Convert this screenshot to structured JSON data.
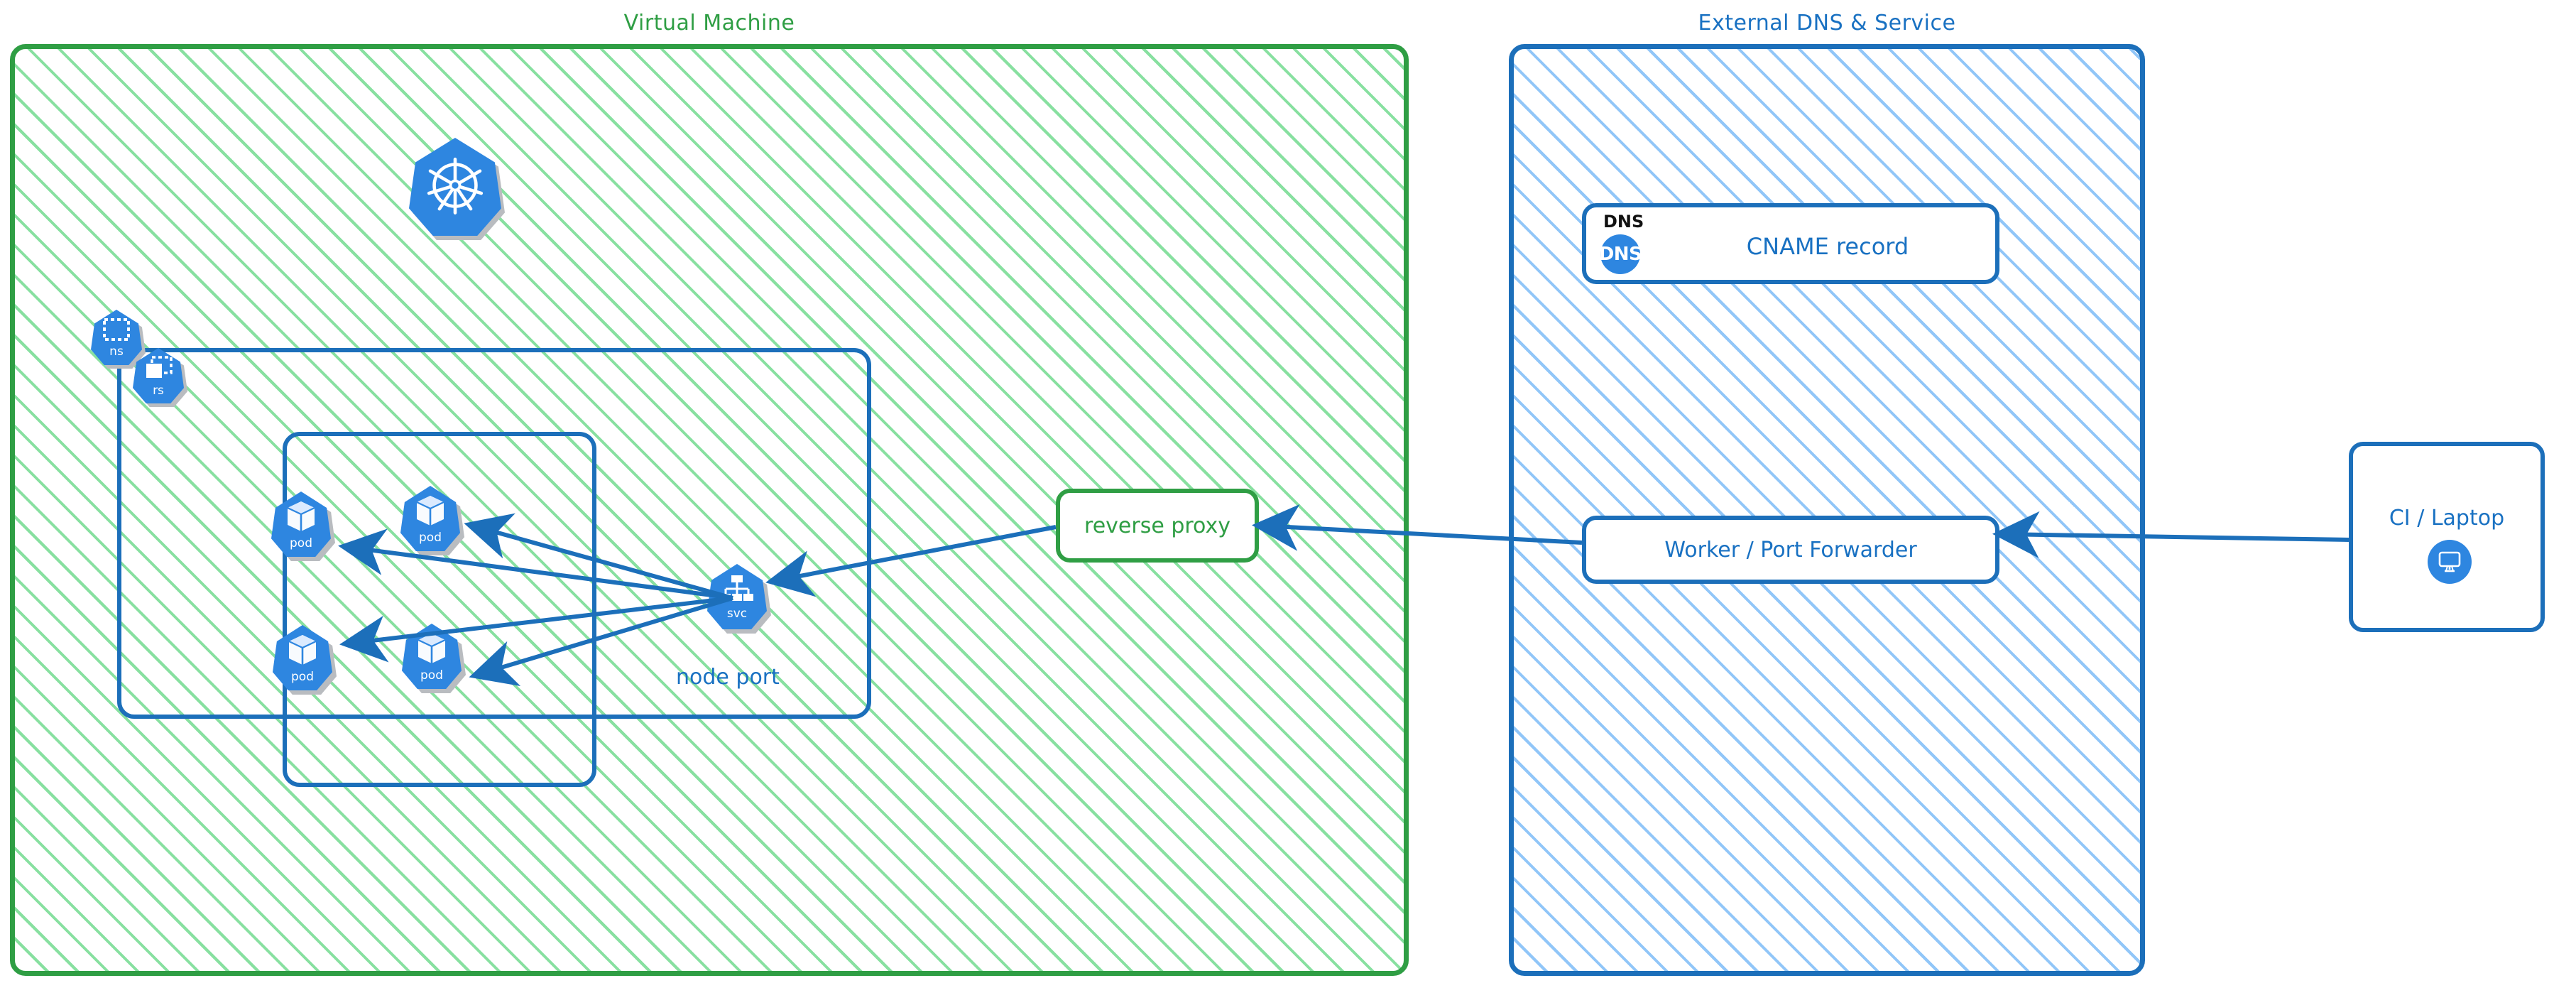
{
  "groups": {
    "vm": {
      "title": "Virtual Machine",
      "color": "#2f9e44"
    },
    "external": {
      "title": "External DNS & Service",
      "color": "#1c6fba"
    }
  },
  "kubernetes": {
    "logo_name": "kubernetes-wheel-logo",
    "namespace_badge": {
      "caption": "ns",
      "icon": "namespace-icon"
    },
    "replicaset_badge": {
      "caption": "rs",
      "icon": "replicaset-icon"
    },
    "pods": [
      {
        "caption": "pod",
        "icon": "pod-cube-icon"
      },
      {
        "caption": "pod",
        "icon": "pod-cube-icon"
      },
      {
        "caption": "pod",
        "icon": "pod-cube-icon"
      },
      {
        "caption": "pod",
        "icon": "pod-cube-icon"
      }
    ],
    "service_badge": {
      "caption": "svc",
      "icon": "service-tree-icon"
    },
    "service_label": "node port"
  },
  "nodes": {
    "reverse_proxy": {
      "label": "reverse proxy",
      "color": "#2f9e44"
    },
    "dns_card": {
      "header": "DNS",
      "badge_text": "DNS",
      "label": "CNAME record",
      "icon": "dns-circle-icon"
    },
    "worker": {
      "label": "Worker / Port Forwarder",
      "color": "#1c6fba"
    },
    "client": {
      "label": "CI / Laptop",
      "icon": "monitor-icon",
      "color": "#1c6fba"
    }
  },
  "connections": [
    {
      "from": "svc",
      "to": "pod-1",
      "direction": "one-way"
    },
    {
      "from": "svc",
      "to": "pod-2",
      "direction": "one-way"
    },
    {
      "from": "svc",
      "to": "pod-3",
      "direction": "one-way"
    },
    {
      "from": "svc",
      "to": "pod-4",
      "direction": "one-way"
    },
    {
      "from": "reverse-proxy",
      "to": "svc",
      "direction": "one-way"
    },
    {
      "from": "worker",
      "to": "reverse-proxy",
      "direction": "one-way"
    },
    {
      "from": "client",
      "to": "worker",
      "direction": "one-way"
    }
  ],
  "palette": {
    "k8s_blue": "#2e86e0",
    "stroke_blue": "#1c6fba",
    "stroke_green": "#2f9e44",
    "hatch_green": "#81de9b",
    "hatch_blue": "#8bc3f8",
    "text_blue": "#1971c2",
    "text_black": "#111111"
  }
}
